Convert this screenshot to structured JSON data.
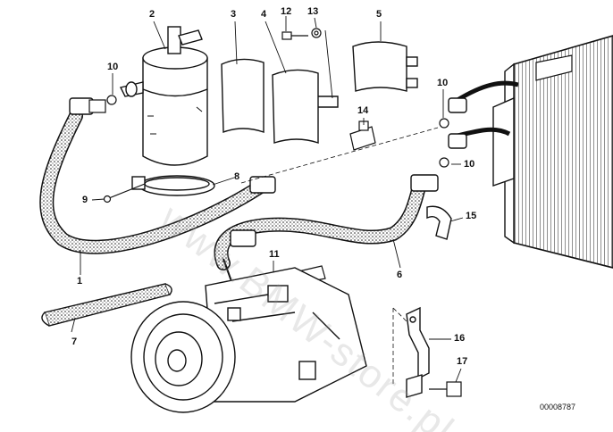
{
  "watermark": "www.BMW-store.pl",
  "doc_number": "00008787",
  "callouts": [
    {
      "id": "c1",
      "text": "1"
    },
    {
      "id": "c2",
      "text": "2"
    },
    {
      "id": "c3",
      "text": "3"
    },
    {
      "id": "c4",
      "text": "4"
    },
    {
      "id": "c5",
      "text": "5"
    },
    {
      "id": "c6",
      "text": "6"
    },
    {
      "id": "c7",
      "text": "7"
    },
    {
      "id": "c8",
      "text": "8"
    },
    {
      "id": "c9",
      "text": "9"
    },
    {
      "id": "c10a",
      "text": "10"
    },
    {
      "id": "c10b",
      "text": "10"
    },
    {
      "id": "c10c",
      "text": "10"
    },
    {
      "id": "c11",
      "text": "11"
    },
    {
      "id": "c12",
      "text": "12"
    },
    {
      "id": "c13",
      "text": "13"
    },
    {
      "id": "c14",
      "text": "14"
    },
    {
      "id": "c15",
      "text": "15"
    },
    {
      "id": "c16",
      "text": "16"
    },
    {
      "id": "c17",
      "text": "17"
    }
  ]
}
